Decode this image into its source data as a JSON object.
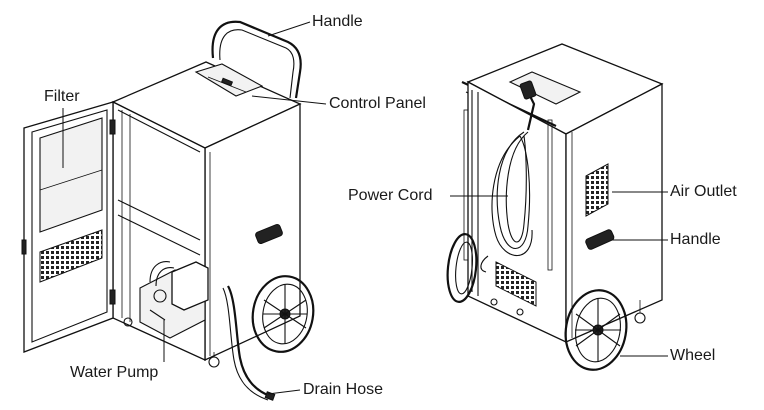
{
  "labels": {
    "handle_top": "Handle",
    "filter": "Filter",
    "control_panel": "Control Panel",
    "power_cord": "Power Cord",
    "air_outlet": "Air Outlet",
    "handle_side": "Handle",
    "wheel": "Wheel",
    "water_pump": "Water Pump",
    "drain_hose": "Drain Hose"
  }
}
